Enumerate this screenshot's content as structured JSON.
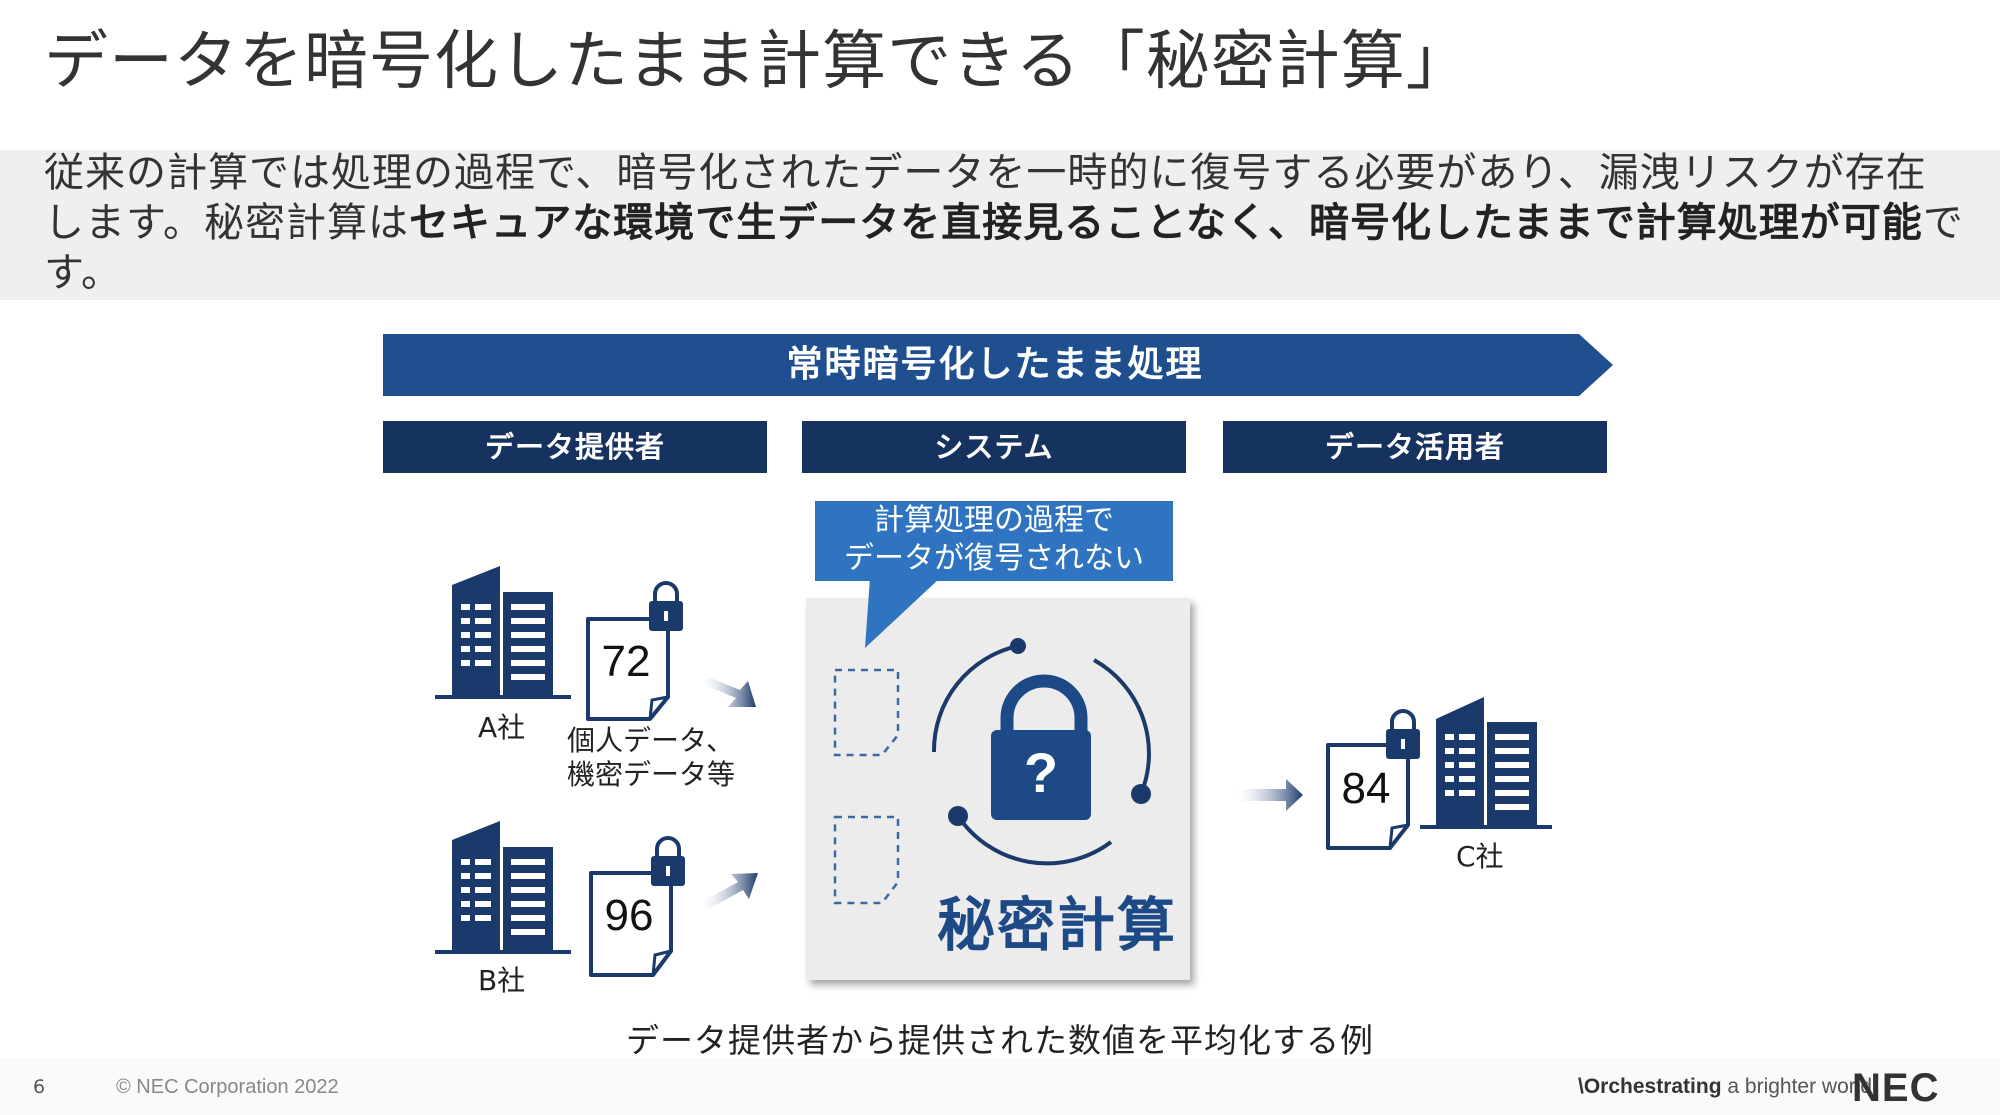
{
  "title": "データを暗号化したまま計算できる「秘密計算」",
  "summary": {
    "plain_1": "従来の計算では処理の過程で、暗号化されたデータを一時的に復号する必要があり、漏洩リスクが存在します。秘密計算は",
    "bold_1": "セキュアな環境で生データを直接見ることなく、暗号化したままで計算処理が可能",
    "plain_2": "です。"
  },
  "banner": {
    "label": "常時暗号化したまま処理"
  },
  "columns": {
    "provider": "データ提供者",
    "system": "システム",
    "user": "データ活用者"
  },
  "callout": {
    "line1": "計算処理の過程で",
    "line2": "データが復号されない"
  },
  "companies": {
    "a": {
      "label": "A社",
      "value": "72"
    },
    "b": {
      "label": "B社",
      "value": "96"
    },
    "c": {
      "label": "C社",
      "value": "84"
    }
  },
  "data_note": {
    "line1": "個人データ、",
    "line2": "機密データ等"
  },
  "lock_symbol": "?",
  "secure_label": "秘密計算",
  "caption": "データ提供者から提供された数値を平均化する例",
  "footer": {
    "page": "6",
    "copyright": "© NEC Corporation 2022",
    "tagline_strong": "\\Orchestrating",
    "tagline_rest": " a brighter world",
    "logo": "NEC"
  },
  "colors": {
    "navy": "#16325f",
    "banner_blue": "#1f4f8f",
    "callout_blue": "#2f74c0",
    "icon_navy": "#1a3a6b"
  },
  "icons": [
    "building-icon",
    "encrypted-document-icon",
    "padlock-icon",
    "arrow-icon",
    "cycle-icon"
  ]
}
